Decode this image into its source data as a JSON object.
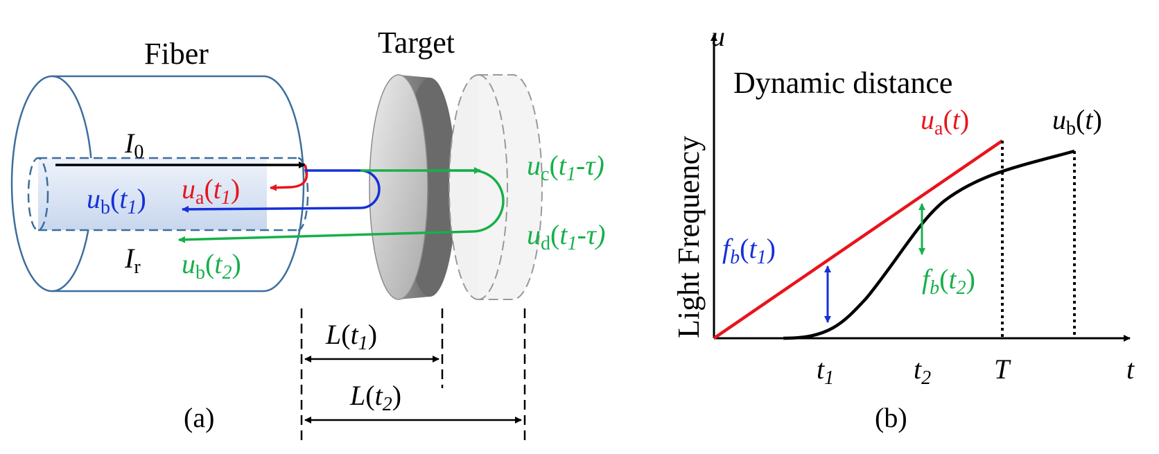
{
  "panel_a": {
    "caption": "(a)",
    "fiber_label": "Fiber",
    "target_label": "Target",
    "I0": {
      "sym": "I",
      "sub": "0"
    },
    "Ir": {
      "sym": "I",
      "sub": "r"
    },
    "ua_t1": {
      "sym": "u",
      "sub": "a",
      "arg": "t",
      "argsub": "1"
    },
    "ub_t1": {
      "sym": "u",
      "sub": "b",
      "arg": "t",
      "argsub": "1"
    },
    "uc": {
      "sym": "u",
      "sub": "c",
      "arg": "t",
      "argsub": "1",
      "rest": "-τ)"
    },
    "ud": {
      "sym": "u",
      "sub": "d",
      "arg": "t",
      "argsub": "1",
      "rest": "-τ)"
    },
    "ub_t2": {
      "sym": "u",
      "sub": "b",
      "arg": "t",
      "argsub": "2"
    },
    "L_t1": {
      "sym": "L",
      "arg": "t",
      "argsub": "1"
    },
    "L_t2": {
      "sym": "L",
      "arg": "t",
      "argsub": "2"
    }
  },
  "panel_b": {
    "caption": "(b)",
    "title": "Dynamic distance",
    "y_axis_label": "Light Frequency",
    "y_axis_symbol": "u",
    "x_axis_symbol": "t",
    "ua_t": {
      "sym": "u",
      "sub": "a",
      "arg": "t"
    },
    "ub_t": {
      "sym": "u",
      "sub": "b",
      "arg": "t"
    },
    "fb_t1": {
      "sym": "f",
      "sub": "b",
      "arg": "t",
      "argsub": "1"
    },
    "fb_t2": {
      "sym": "f",
      "sub": "b",
      "arg": "t",
      "argsub": "2"
    },
    "tick_t1": {
      "sym": "t",
      "sub": "1"
    },
    "tick_t2": {
      "sym": "t",
      "sub": "2"
    },
    "tick_T": "T"
  },
  "colors": {
    "red": "#e8141c",
    "blue": "#1530d8",
    "green": "#16b04a",
    "fiber": "#3c6e9c",
    "black": "#000000"
  }
}
